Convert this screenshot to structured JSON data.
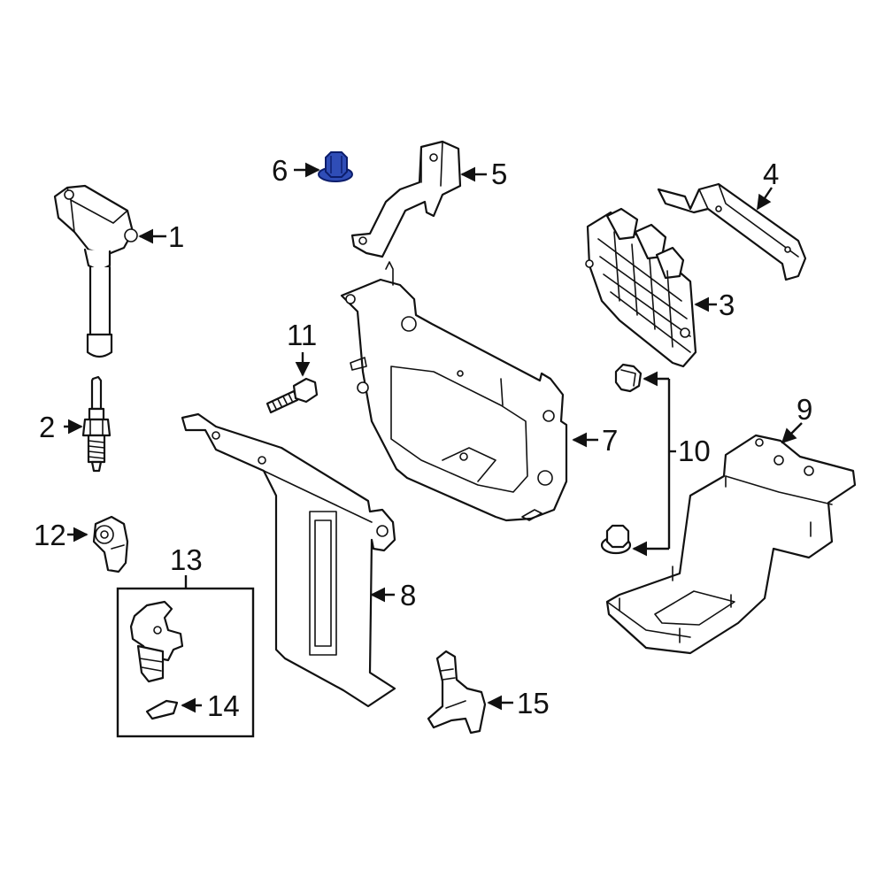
{
  "diagram": {
    "callouts": {
      "c1": "1",
      "c2": "2",
      "c3": "3",
      "c4": "4",
      "c5": "5",
      "c6": "6",
      "c7": "7",
      "c8": "8",
      "c9": "9",
      "c10": "10",
      "c11": "11",
      "c12": "12",
      "c13": "13",
      "c14": "14",
      "c15": "15"
    },
    "colors": {
      "highlight_part": "#2f4db7",
      "line": "#111111",
      "background": "#ffffff"
    }
  }
}
